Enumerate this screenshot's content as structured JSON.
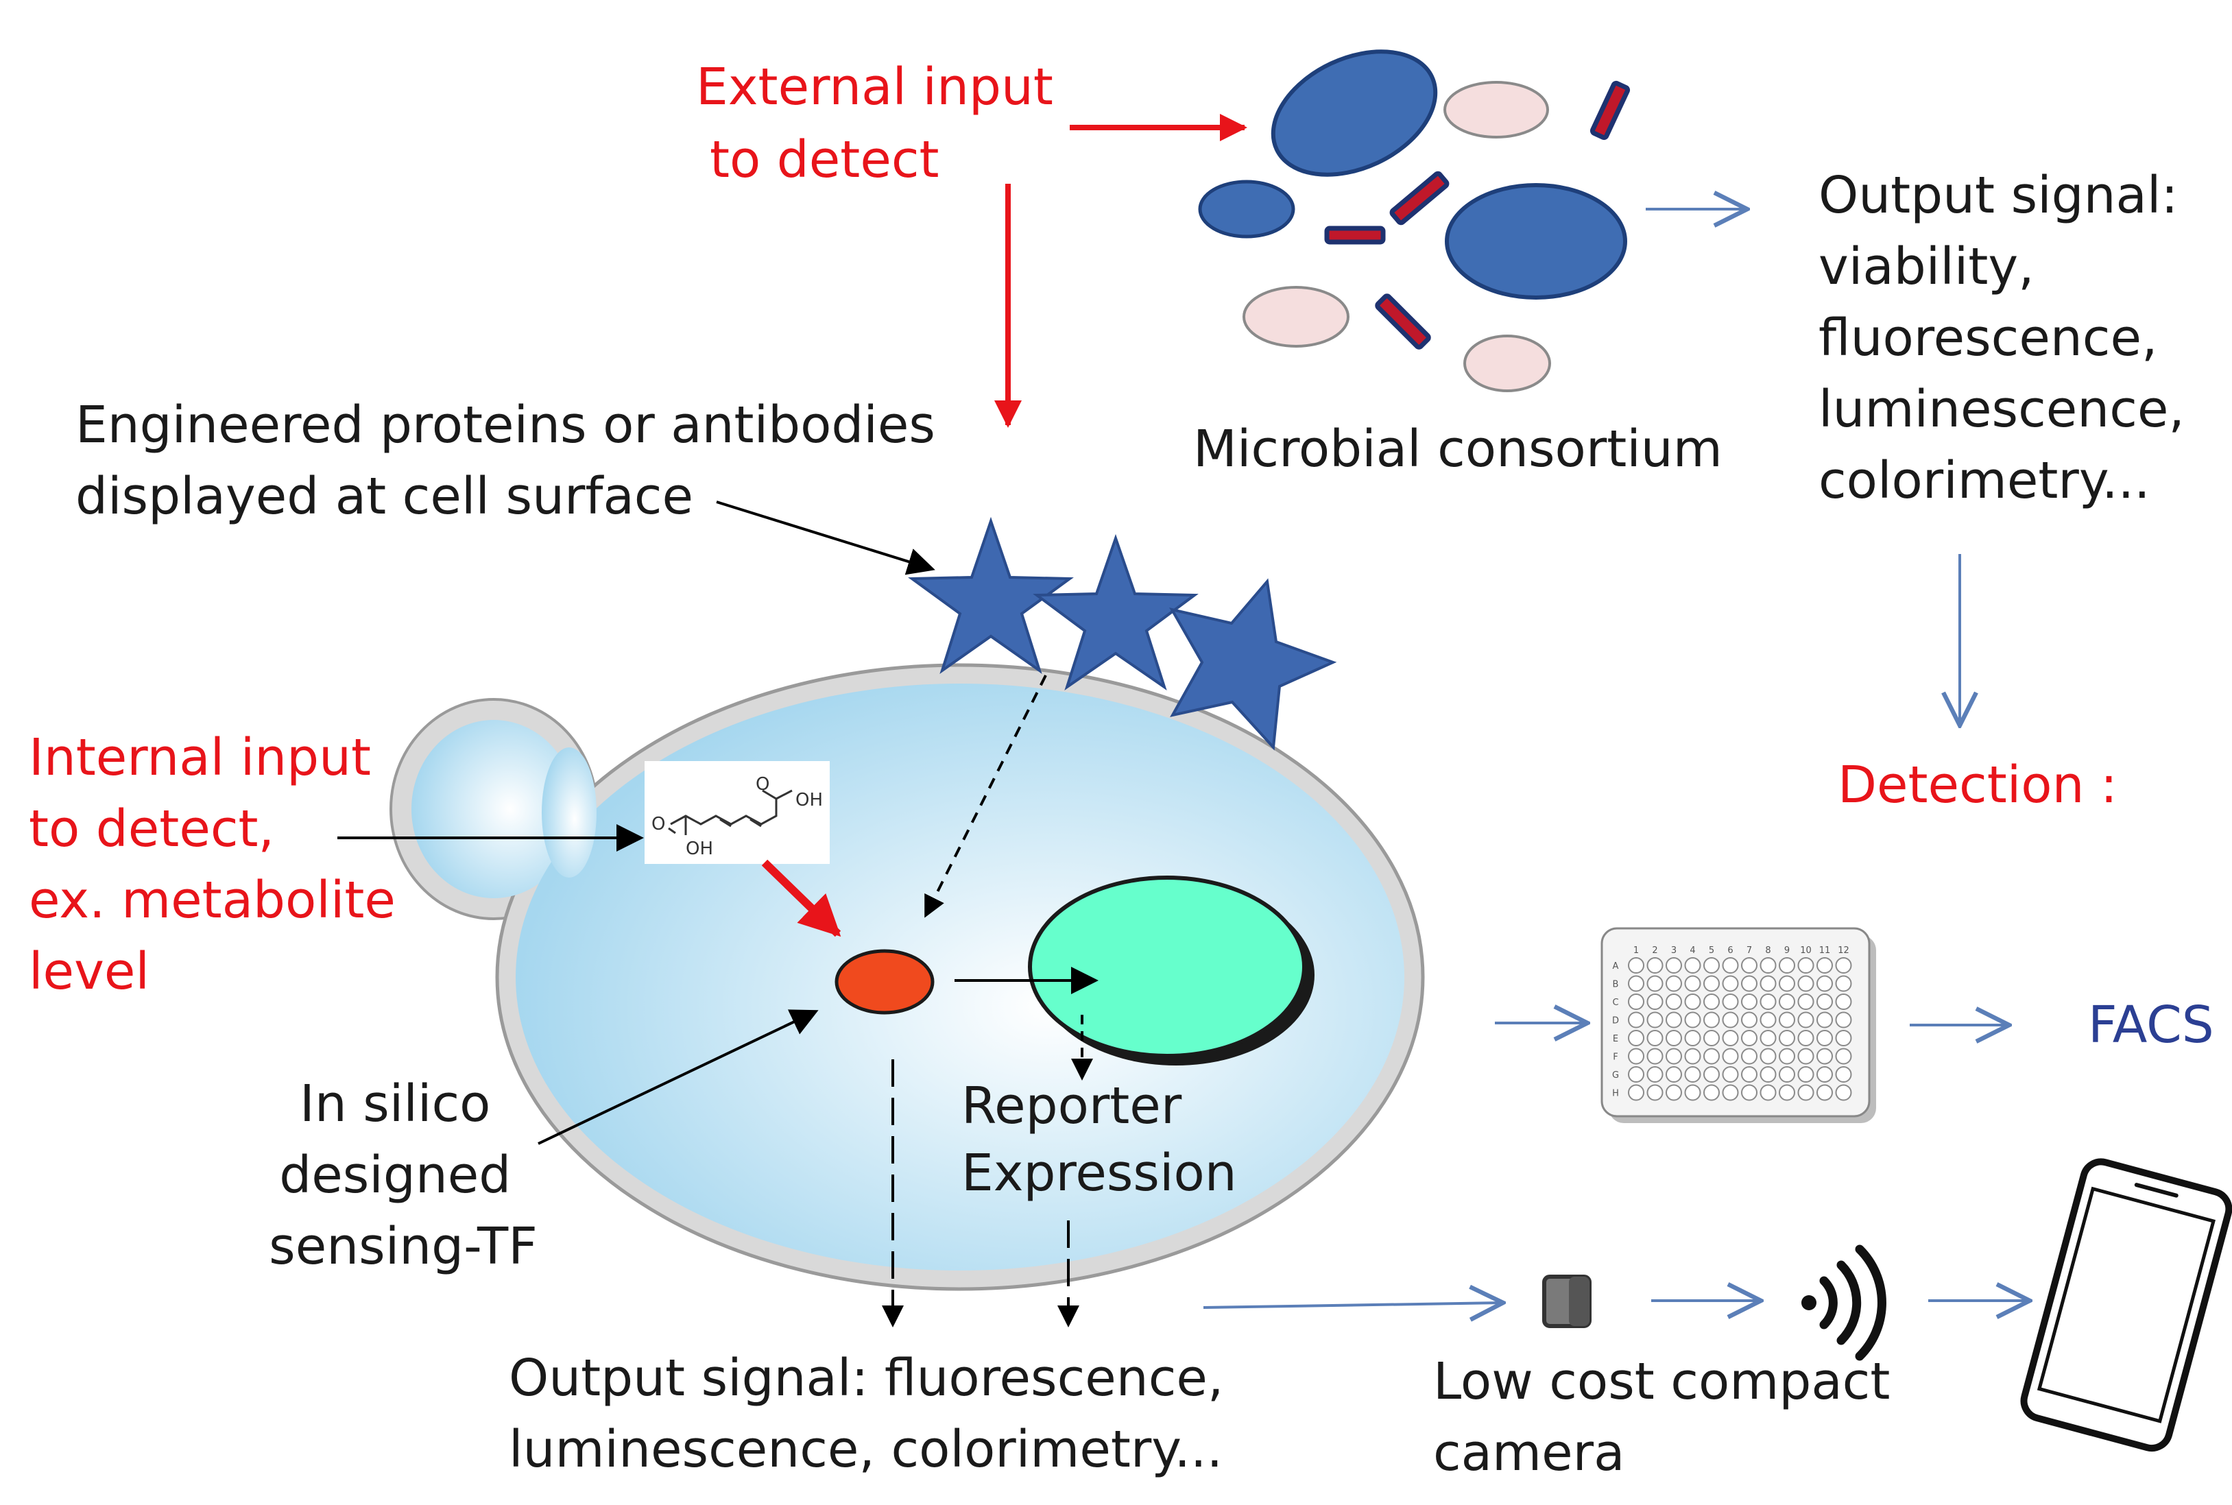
{
  "labels": {
    "external_input": [
      "External input",
      "to detect"
    ],
    "microbial_consortium": "Microbial consortium",
    "output_signal_top": [
      "Output signal:",
      "viability,",
      "fluorescence,",
      "luminescence,",
      "colorimetry..."
    ],
    "engineered_proteins": [
      "Engineered proteins or antibodies",
      "displayed at cell surface"
    ],
    "detection": "Detection :",
    "internal_input": [
      "Internal input",
      " to detect,",
      "ex. metabolite",
      "level"
    ],
    "in_silico": [
      "In silico",
      "designed",
      "sensing-TF"
    ],
    "reporter": [
      "Reporter",
      "Expression"
    ],
    "facs": "FACS",
    "output_signal_bottom": [
      "Output signal: fluorescence,",
      "luminescence, colorimetry..."
    ],
    "camera": [
      "Low cost compact",
      "camera"
    ]
  },
  "molecule": {
    "oh_top": "OH",
    "oh_bottom": "OH"
  },
  "plate": {
    "columns": [
      "1",
      "2",
      "3",
      "4",
      "5",
      "6",
      "7",
      "8",
      "9",
      "10",
      "11",
      "12"
    ],
    "rows": [
      "A",
      "B",
      "C",
      "D",
      "E",
      "F",
      "G",
      "H"
    ]
  },
  "colors": {
    "red": "#e8141a",
    "cell_blue": "#3f6db3",
    "pink_cell": "#f5dede",
    "nucleus_green": "#66ffcc",
    "tf_orange": "#f04a1e",
    "arrow_blue": "#5b7fb8",
    "facs_navy": "#2b3f93",
    "star_blue": "#3e68b0"
  }
}
